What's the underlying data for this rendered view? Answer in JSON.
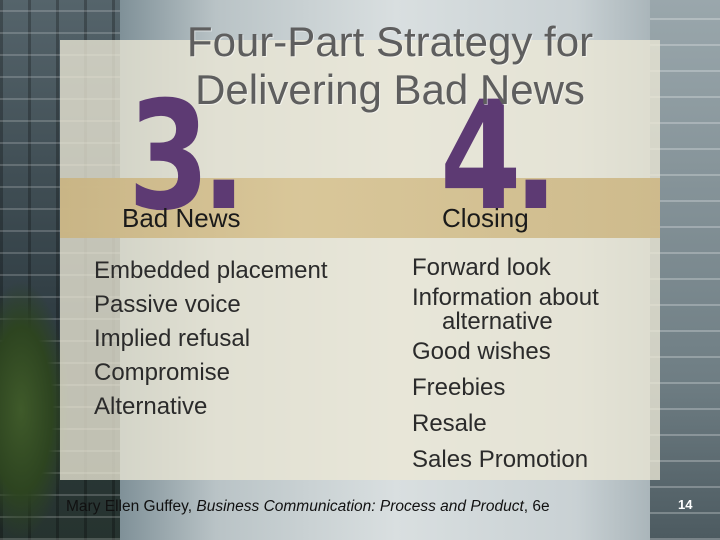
{
  "title": {
    "line1": "Four-Part Strategy for",
    "line2": "Delivering Bad News"
  },
  "numbers": {
    "left": "3.",
    "right": "4."
  },
  "columns": {
    "left": {
      "heading": "Bad News",
      "items": [
        "Embedded placement",
        "Passive voice",
        "Implied refusal",
        "Compromise",
        "Alternative"
      ]
    },
    "right": {
      "heading": "Closing",
      "items": [
        "Forward look",
        "Information about",
        "alternative",
        "Good wishes",
        "Freebies",
        "Resale",
        "Sales Promotion"
      ]
    }
  },
  "footer": {
    "author": "Mary Ellen Guffey,",
    "book_title": "Business Communication: Process and Product",
    "edition": ", 6e"
  },
  "page_number": "14",
  "colors": {
    "number_purple": "#5d3a73",
    "title_gray": "#5e5e5e",
    "band_tan": "#d8c596"
  }
}
